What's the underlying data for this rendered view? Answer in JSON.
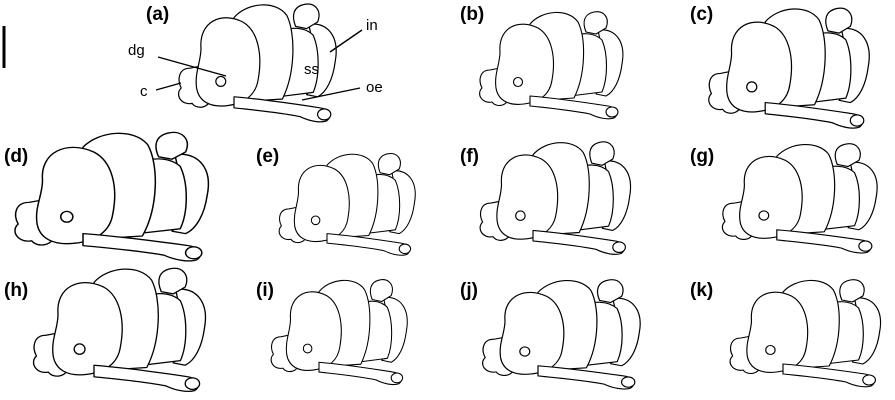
{
  "panels": [
    {
      "label": "(a)"
    },
    {
      "label": "(b)"
    },
    {
      "label": "(c)"
    },
    {
      "label": "(d)"
    },
    {
      "label": "(e)"
    },
    {
      "label": "(f)"
    },
    {
      "label": "(g)"
    },
    {
      "label": "(h)"
    },
    {
      "label": "(i)"
    },
    {
      "label": "(j)"
    },
    {
      "label": "(k)"
    }
  ],
  "annotations": {
    "dg": "dg",
    "ss": "ss",
    "in": "in",
    "c": "c",
    "oe": "oe"
  },
  "colors": {
    "stroke": "#000000",
    "background": "#ffffff"
  }
}
